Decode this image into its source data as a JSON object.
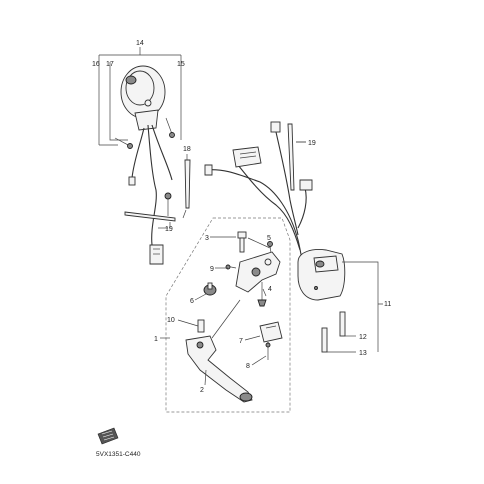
{
  "diagram": {
    "callouts": {
      "c1": "1",
      "c2": "2",
      "c3": "3",
      "c4": "4",
      "c5": "5",
      "c6": "6",
      "c7": "7",
      "c8": "8",
      "c9": "9",
      "c10": "10",
      "c11": "11",
      "c12": "12",
      "c13": "13",
      "c14": "14",
      "c15": "15",
      "c16": "16",
      "c17": "17",
      "c18": "18",
      "c19a": "19",
      "c19b": "19"
    },
    "code": "5VX1351-C440"
  }
}
